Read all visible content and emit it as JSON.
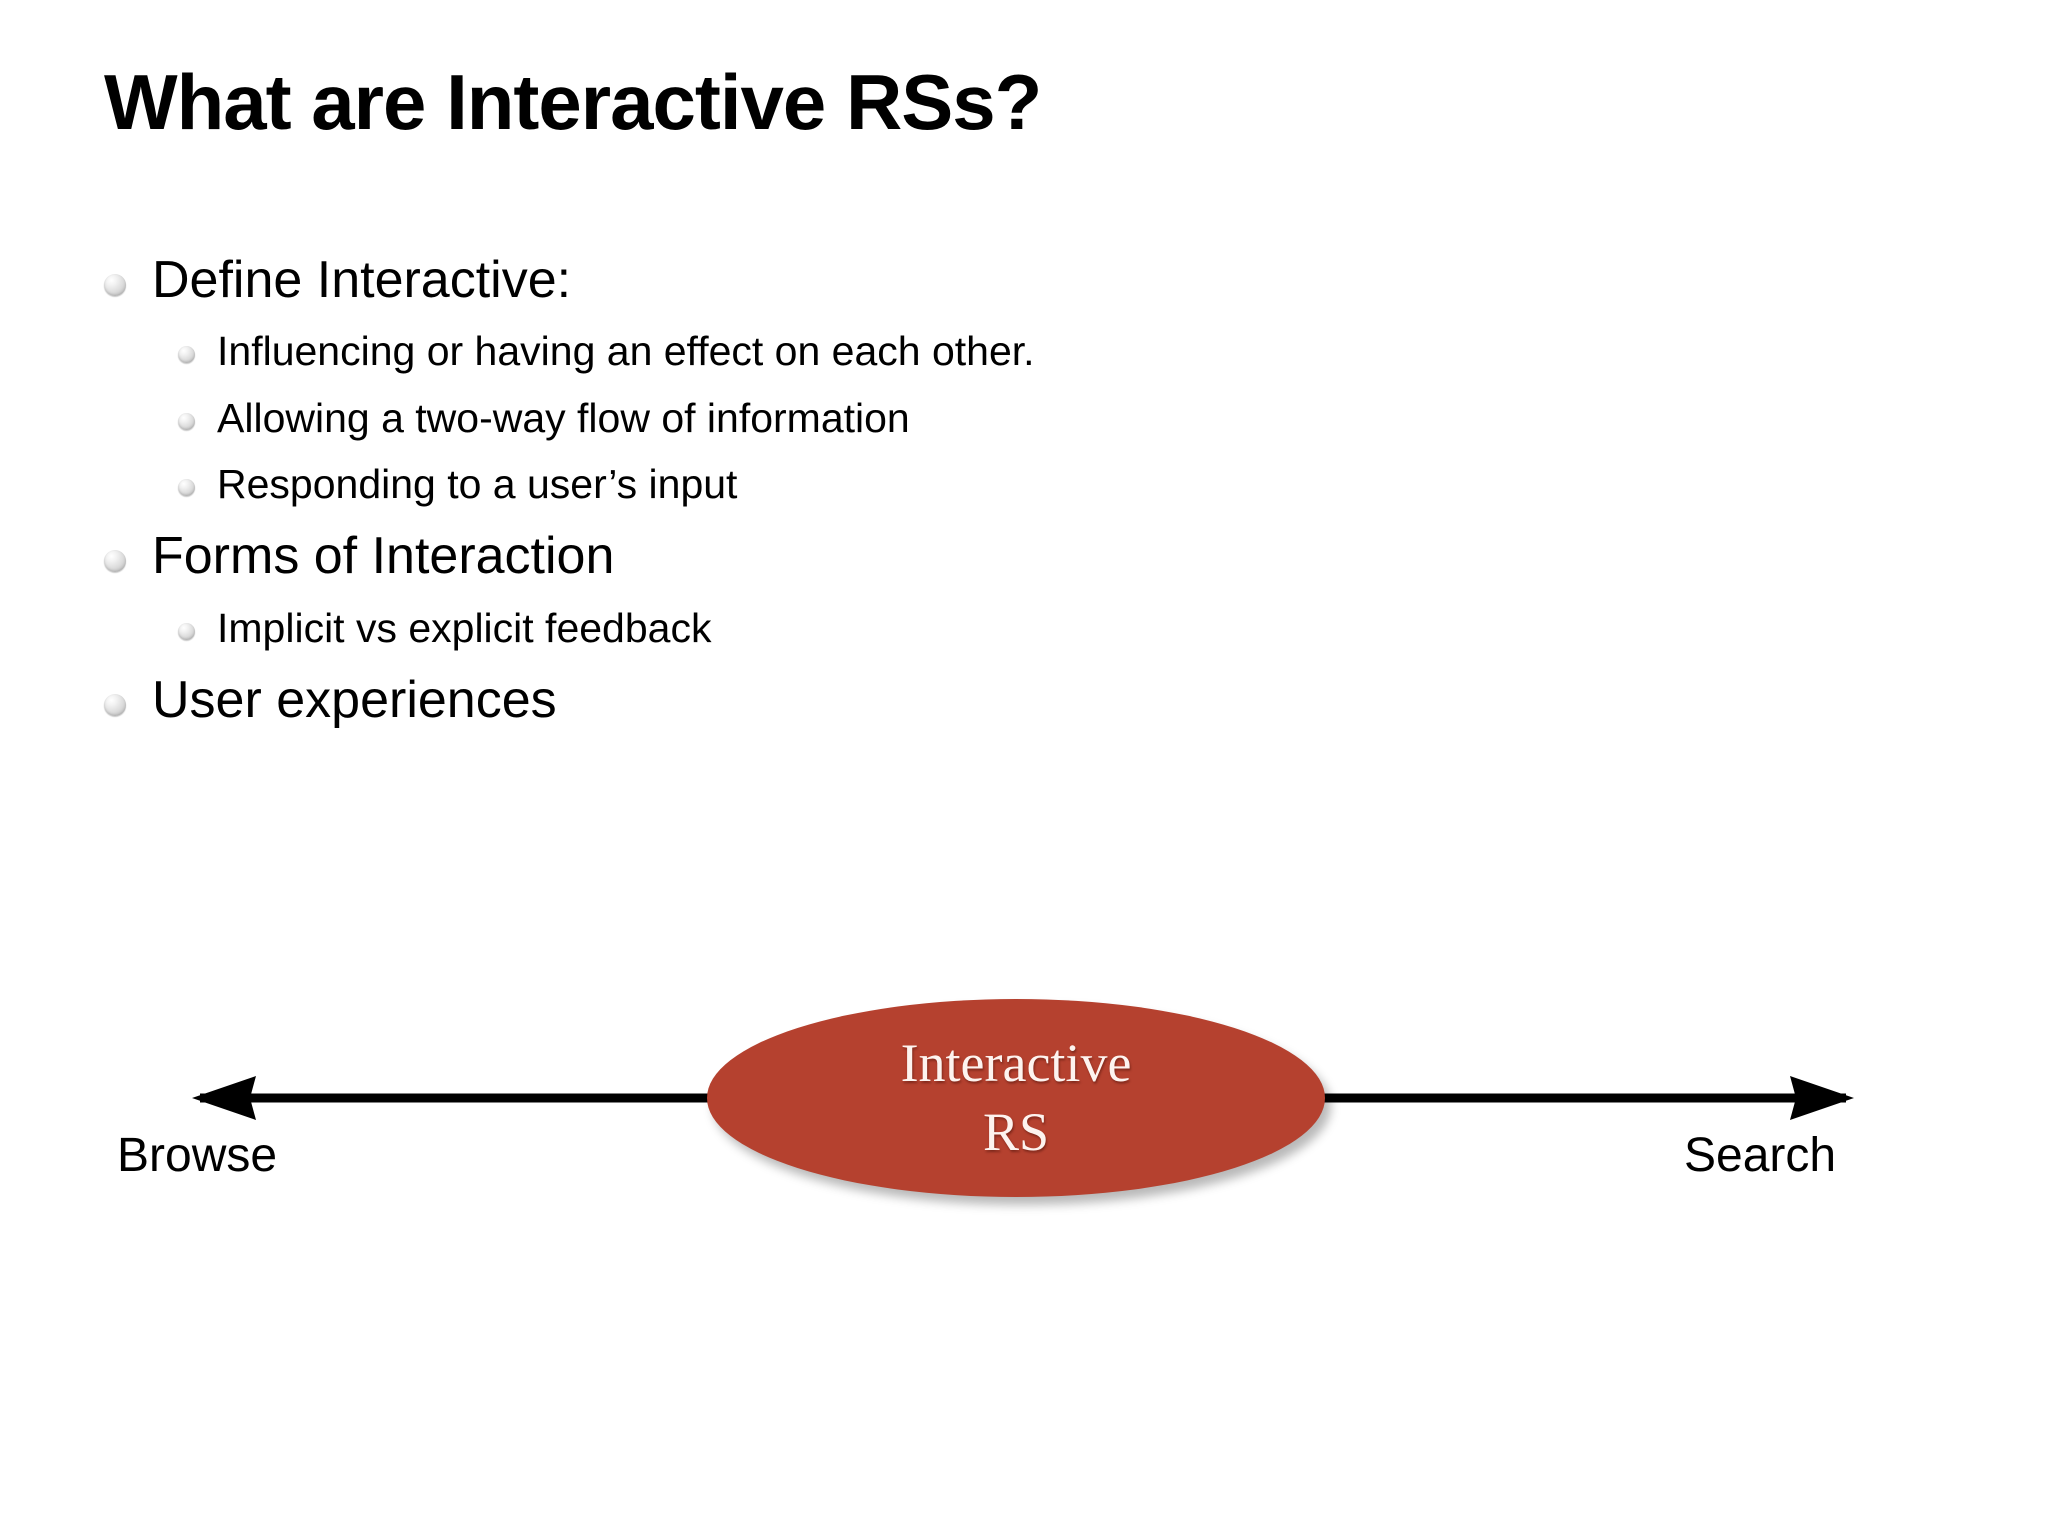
{
  "slide": {
    "title": "What are Interactive RSs?",
    "background_color": "#ffffff",
    "bullets": [
      {
        "level": 1,
        "text": "Define Interactive:"
      },
      {
        "level": 2,
        "text": "Influencing or having an effect on each other."
      },
      {
        "level": 2,
        "text": "Allowing a two-way flow of information"
      },
      {
        "level": 2,
        "text": "Responding to a user’s input"
      },
      {
        "level": 1,
        "text": "Forms of Interaction"
      },
      {
        "level": 2,
        "text": "Implicit vs explicit feedback"
      },
      {
        "level": 1,
        "text": "User experiences"
      }
    ],
    "diagram": {
      "type": "double-headed-axis",
      "axis_color": "#000000",
      "left_label": "Browse",
      "right_label": "Search",
      "node": {
        "line_1": "Interactive",
        "line_2": "RS",
        "fill_color": "#b5412f",
        "text_color": "#fdf3ef"
      }
    }
  }
}
